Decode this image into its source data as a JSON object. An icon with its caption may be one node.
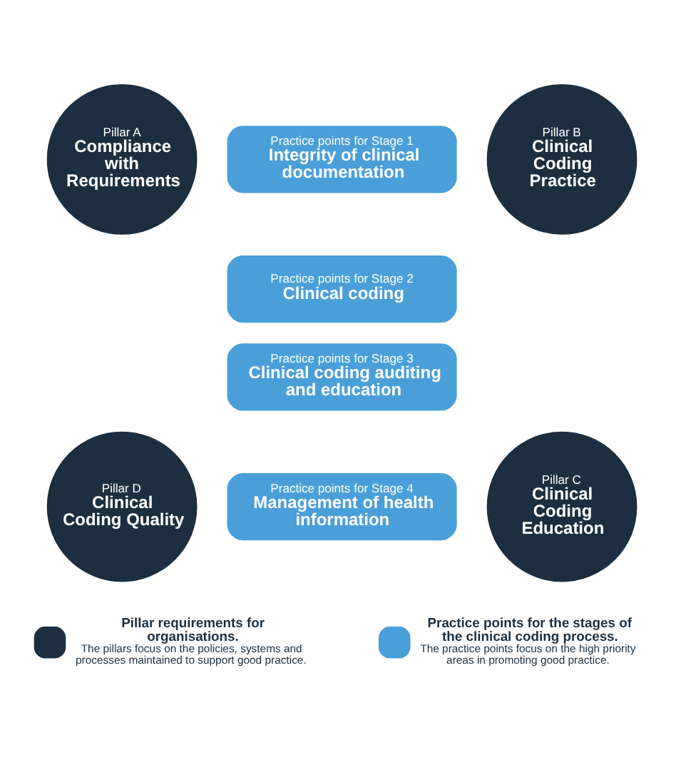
{
  "diagram": {
    "nodes": [
      {
        "text": [
          "Pillar A",
          "Compliance with Requirements"
        ]
      },
      {
        "text": [
          "Pillar B",
          "Clinical Coding Practice"
        ]
      },
      {
        "text": [
          "Practice points for Stage 1",
          "Integrity of clinical documentation"
        ]
      },
      {
        "text": [
          "Practice points for Stage 2",
          "Clinical coding"
        ]
      },
      {
        "text": [
          "Practice points for Stage 3",
          "Clinical coding auditing and education"
        ]
      },
      {
        "text": [
          "Practice points for Stage 4",
          "Management of health information"
        ]
      },
      {
        "text": [
          "Pillar D",
          "Clinical Coding Quality"
        ]
      },
      {
        "text": [
          "Pillar C",
          "Clinical Coding Education"
        ]
      }
    ],
    "edges": [],
    "labels": [
      "The pillars focus on the policies, systems and processes maintained to support good practice.",
      "The practice points focus on the high priority areas in promoting good practice."
    ],
    "legend": [
      {
        "text": "Pillar requirements for organisations.",
        "color": "#1b2f40"
      },
      {
        "text": "Practice points for the stages of the clinical coding process.",
        "color": "#4a9fd8"
      }
    ]
  }
}
